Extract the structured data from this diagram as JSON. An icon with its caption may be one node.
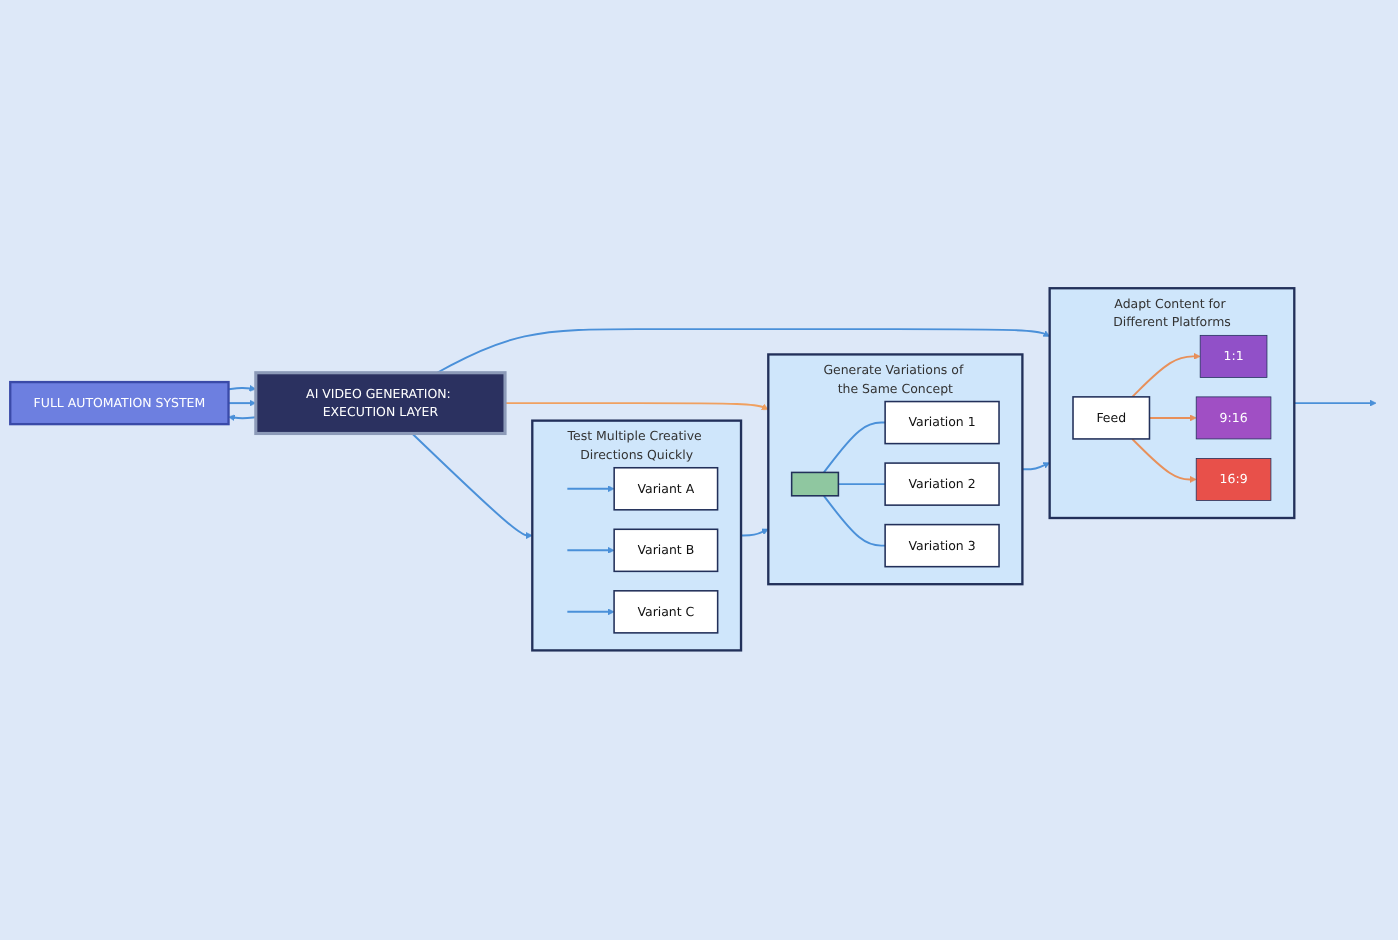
{
  "diagram": {
    "nodes": [
      {
        "text": [
          "FULL AUTOMATION SYSTEM"
        ]
      },
      {
        "text": [
          "AI VIDEO GENERATION: EXECUTION LAYER"
        ]
      },
      {
        "text": [
          "Test Multiple Creative Directions Quickly"
        ]
      },
      {
        "text": [
          "Variant A"
        ],
        "in": 2
      },
      {
        "text": [
          "Variant B"
        ],
        "in": 2
      },
      {
        "text": [
          "Variant C"
        ],
        "in": 2
      },
      {
        "text": [
          "Generate Variations of the Same Concept"
        ]
      },
      {
        "text": [],
        "shape": "picture",
        "in": 6
      },
      {
        "text": [
          "Variation 1"
        ],
        "in": 6
      },
      {
        "text": [
          "Variation 2"
        ],
        "in": 6
      },
      {
        "text": [
          "Variation 3"
        ],
        "in": 6
      },
      {
        "text": [
          "Adapt Content for Different Platforms"
        ]
      },
      {
        "text": [
          "Feed"
        ],
        "in": 11
      },
      {
        "text": [
          "1:1"
        ],
        "in": 11
      },
      {
        "text": [
          "9:16"
        ],
        "in": 11
      },
      {
        "text": [
          "16:9"
        ],
        "in": 11
      }
    ],
    "edges": [
      {
        "from": 0,
        "to": 1,
        "arrow": "to"
      },
      {
        "from": 1,
        "to": 0,
        "arrow": "to"
      },
      {
        "from": 0,
        "to": 1,
        "arrow": "to"
      },
      {
        "from": 1,
        "to": 2,
        "arrow": "to"
      },
      {
        "from": 1,
        "to": 6,
        "arrow": "to",
        "color": "#f0a060"
      },
      {
        "from": 1,
        "to": 11,
        "arrow": "to"
      },
      {
        "from": 2,
        "to": 6,
        "arrow": "to"
      },
      {
        "from": 6,
        "to": 11,
        "arrow": "to"
      },
      {
        "from": 11,
        "to": null,
        "arrow": "to"
      },
      {
        "from": null,
        "to": 3,
        "arrow": "to"
      },
      {
        "from": null,
        "to": 4,
        "arrow": "to"
      },
      {
        "from": null,
        "to": 5,
        "arrow": "to"
      },
      {
        "from": 7,
        "to": 8,
        "arrow": "none"
      },
      {
        "from": 7,
        "to": 9,
        "arrow": "none"
      },
      {
        "from": 7,
        "to": 10,
        "arrow": "none"
      },
      {
        "from": 12,
        "to": 13,
        "arrow": "to",
        "color": "#e8905a"
      },
      {
        "from": 12,
        "to": 14,
        "arrow": "to",
        "color": "#e8905a"
      },
      {
        "from": 12,
        "to": 15,
        "arrow": "to",
        "color": "#e8905a"
      }
    ]
  }
}
